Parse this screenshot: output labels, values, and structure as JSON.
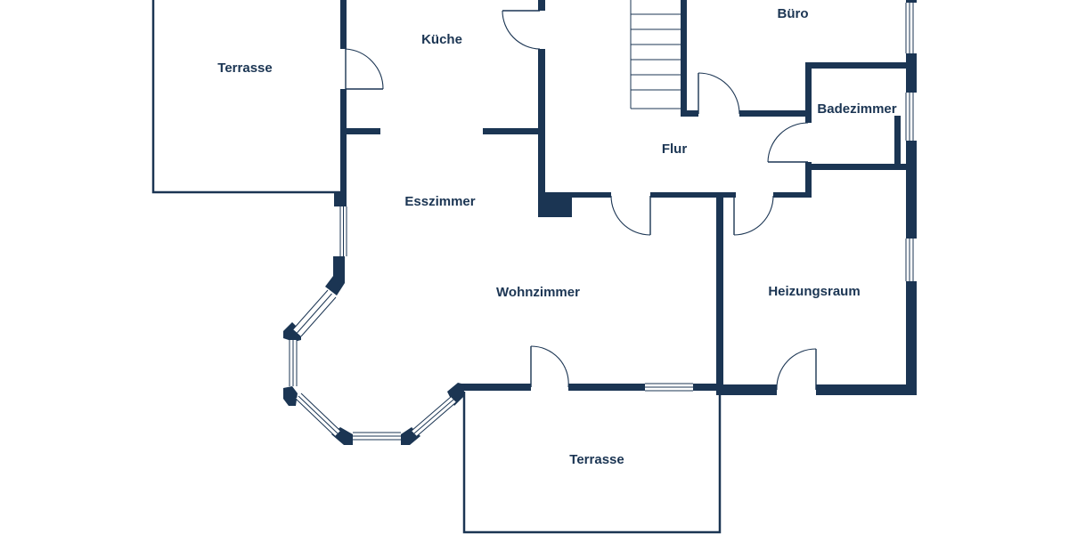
{
  "floorplan": {
    "colors": {
      "wall": "#1b3553",
      "background": "#ffffff"
    },
    "rooms": [
      {
        "id": "terrasse-nw",
        "label": "Terrasse"
      },
      {
        "id": "kueche",
        "label": "Küche"
      },
      {
        "id": "buero",
        "label": "Büro"
      },
      {
        "id": "badezimmer",
        "label": "Badezimmer"
      },
      {
        "id": "flur",
        "label": "Flur"
      },
      {
        "id": "esszimmer",
        "label": "Esszimmer"
      },
      {
        "id": "wohnzimmer",
        "label": "Wohnzimmer"
      },
      {
        "id": "heizungsraum",
        "label": "Heizungsraum"
      },
      {
        "id": "terrasse-s",
        "label": "Terrasse"
      }
    ]
  }
}
